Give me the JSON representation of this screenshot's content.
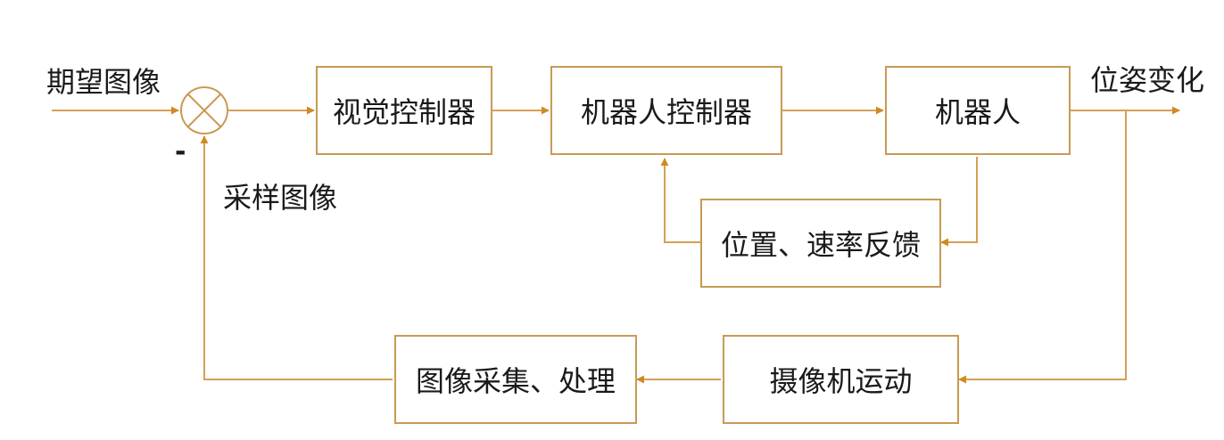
{
  "diagram": {
    "input_label": "期望图像",
    "output_label": "位姿变化",
    "feedback_label": "采样图像",
    "summing_sign": "-",
    "blocks": {
      "visual_controller": "视觉控制器",
      "robot_controller": "机器人控制器",
      "robot": "机器人",
      "position_rate_feedback": "位置、速率反馈",
      "camera_motion": "摄像机运动",
      "image_acquisition": "图像采集、处理"
    },
    "line_color": "#d4a055",
    "arrow_color": "#d08a22"
  }
}
